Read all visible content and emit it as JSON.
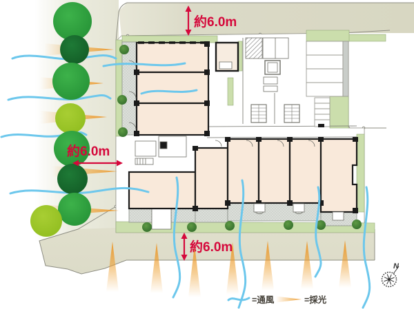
{
  "diagram": {
    "type": "site-plan",
    "description-visible-text-only": true
  },
  "annotations": {
    "north_road": {
      "label": "約6.0m"
    },
    "west_road": {
      "label": "約6.0m"
    },
    "south_road": {
      "label": "約6.0m"
    }
  },
  "legend": {
    "wind": {
      "label": "=通風"
    },
    "light": {
      "label": "=採光"
    }
  },
  "compass": {
    "label": "N"
  },
  "colors": {
    "dimension_red": "#d5083b",
    "legend_text": "#433f37",
    "compass_text": "#333333",
    "wind_blue": "#6cc7ec",
    "light_orange": "#f0a23c",
    "room_beige": "#f9e9da",
    "balcony_gray": "#dbded9",
    "planting_green": "#cbdeac",
    "road_beige": "#dbdac7",
    "tree_green_mid": "#2ea13c",
    "tree_green_dark": "#15682b",
    "tree_green_lime": "#9cc42a",
    "wall_black": "#1a1a1a"
  }
}
